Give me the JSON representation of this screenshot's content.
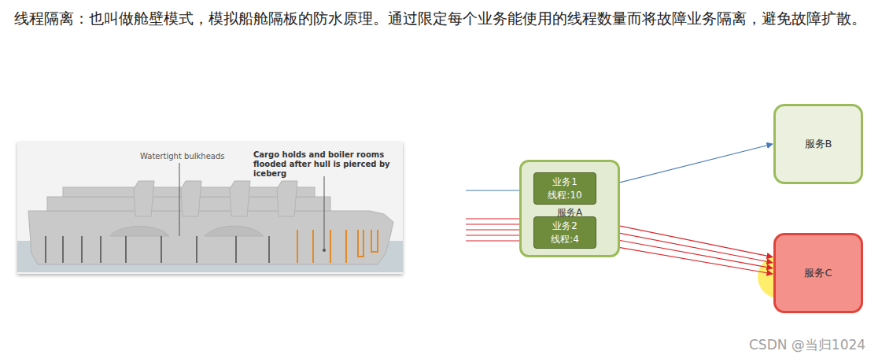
{
  "diagram": {
    "title": "线程隔离：也叫做舱壁模式，模拟船舱隔板的防水原理。通过限定每个业务能使用的线程数量而将故障业务隔离，避免故障扩散。",
    "nodes": [
      {
        "text": [
          "服务A"
        ]
      },
      {
        "text": [
          "业务1",
          "线程:10"
        ],
        "in": 0
      },
      {
        "text": [
          "业务2",
          "线程:4"
        ],
        "in": 0
      },
      {
        "text": [
          "服务B"
        ]
      },
      {
        "text": [
          "服务C"
        ]
      }
    ],
    "edges": [
      {
        "from": 1,
        "to": 3,
        "arrow": "to"
      },
      {
        "from": 2,
        "to": 4,
        "arrow": "to"
      },
      {
        "from": 2,
        "to": 4,
        "arrow": "to"
      },
      {
        "from": 2,
        "to": 4,
        "arrow": "to"
      },
      {
        "from": 2,
        "to": 4,
        "arrow": "to"
      }
    ],
    "labels": [
      "Watertight bulkheads",
      "Cargo holds and boiler rooms flooded after hull is pierced by iceberg",
      "CSDN @当归1024"
    ]
  }
}
